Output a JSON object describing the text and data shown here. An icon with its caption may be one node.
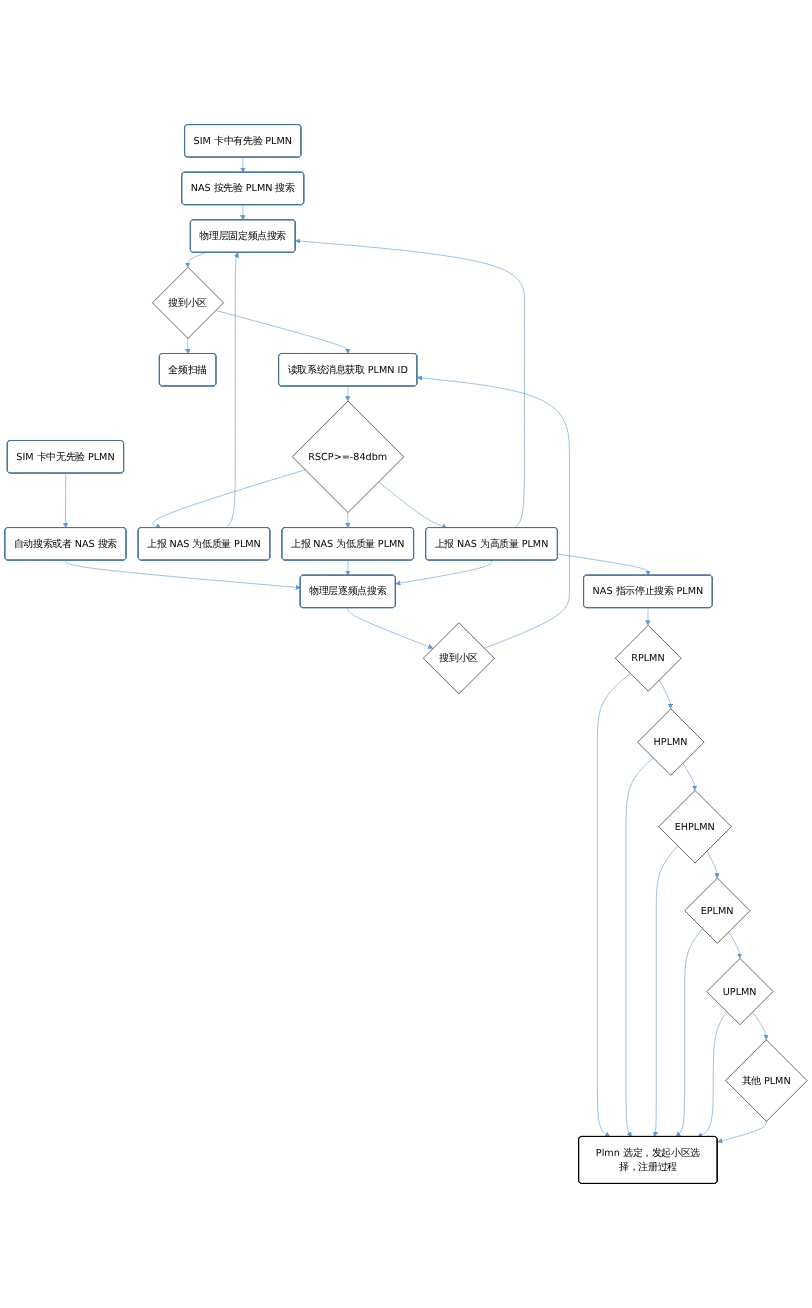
{
  "diagram": {
    "nodes": [
      {
        "text": [
          "SIM 卡中有先验 PLMN"
        ]
      },
      {
        "text": [
          "SIM 卡中无先验 PLMN"
        ]
      },
      {
        "text": [
          "NAS 按先验 PLMN 搜索"
        ]
      },
      {
        "text": [
          "自动搜索或者 NAS 搜索"
        ]
      },
      {
        "text": [
          "物理层固定频点搜索"
        ]
      },
      {
        "text": [
          "物理层逐频点搜索"
        ]
      },
      {
        "text": [
          "搜到小区"
        ]
      },
      {
        "text": [
          "搜到小区"
        ]
      },
      {
        "text": [
          "全频扫描"
        ]
      },
      {
        "text": [
          "读取系统消息获取 PLMN ID"
        ]
      },
      {
        "text": [
          "RSCP>=-84dbm"
        ]
      },
      {
        "text": [
          "上报 NAS 为低质量 PLMN"
        ]
      },
      {
        "text": [
          "上报 NAS 为低质量 PLMN"
        ]
      },
      {
        "text": [
          "上报 NAS 为高质量 PLMN"
        ]
      },
      {
        "text": [
          "NAS 指示停止搜索 PLMN"
        ]
      },
      {
        "text": [
          "RPLMN"
        ]
      },
      {
        "text": [
          "HPLMN"
        ]
      },
      {
        "text": [
          "EHPLMN"
        ]
      },
      {
        "text": [
          "EPLMN"
        ]
      },
      {
        "text": [
          "UPLMN"
        ]
      },
      {
        "text": [
          "其他 PLMN"
        ]
      },
      {
        "text": [
          "Plmn 选定，发起小区选择，注册过程"
        ]
      }
    ],
    "edges": [
      {
        "from": 0,
        "to": 2,
        "arrow": "to"
      },
      {
        "from": 2,
        "to": 4,
        "arrow": "to"
      },
      {
        "from": 1,
        "to": 3,
        "arrow": "to"
      },
      {
        "from": 3,
        "to": 5,
        "arrow": "to"
      },
      {
        "from": 4,
        "to": 6,
        "arrow": "to"
      },
      {
        "from": 5,
        "to": 7,
        "arrow": "to"
      },
      {
        "from": 6,
        "to": 8,
        "arrow": "to"
      },
      {
        "from": 6,
        "to": 9,
        "arrow": "to"
      },
      {
        "from": 7,
        "to": 9,
        "arrow": "to"
      },
      {
        "from": 9,
        "to": 10,
        "arrow": "to"
      },
      {
        "from": 10,
        "to": 11,
        "arrow": "to"
      },
      {
        "from": 10,
        "to": 12,
        "arrow": "to"
      },
      {
        "from": 10,
        "to": 13,
        "arrow": "to"
      },
      {
        "from": 11,
        "to": 4,
        "arrow": "to"
      },
      {
        "from": 13,
        "to": 4,
        "arrow": "to"
      },
      {
        "from": 12,
        "to": 5,
        "arrow": "to"
      },
      {
        "from": 13,
        "to": 5,
        "arrow": "to"
      },
      {
        "from": 13,
        "to": 14,
        "arrow": "to"
      },
      {
        "from": 14,
        "to": 15,
        "arrow": "to"
      },
      {
        "from": 15,
        "to": 16,
        "arrow": "to"
      },
      {
        "from": 16,
        "to": 17,
        "arrow": "to"
      },
      {
        "from": 17,
        "to": 18,
        "arrow": "to"
      },
      {
        "from": 18,
        "to": 19,
        "arrow": "to"
      },
      {
        "from": 19,
        "to": 20,
        "arrow": "to"
      },
      {
        "from": 15,
        "to": 21,
        "arrow": "to"
      },
      {
        "from": 16,
        "to": 21,
        "arrow": "to"
      },
      {
        "from": 17,
        "to": 21,
        "arrow": "to"
      },
      {
        "from": 18,
        "to": 21,
        "arrow": "to"
      },
      {
        "from": 19,
        "to": 21,
        "arrow": "to"
      },
      {
        "from": 20,
        "to": 21,
        "arrow": "to"
      }
    ]
  }
}
